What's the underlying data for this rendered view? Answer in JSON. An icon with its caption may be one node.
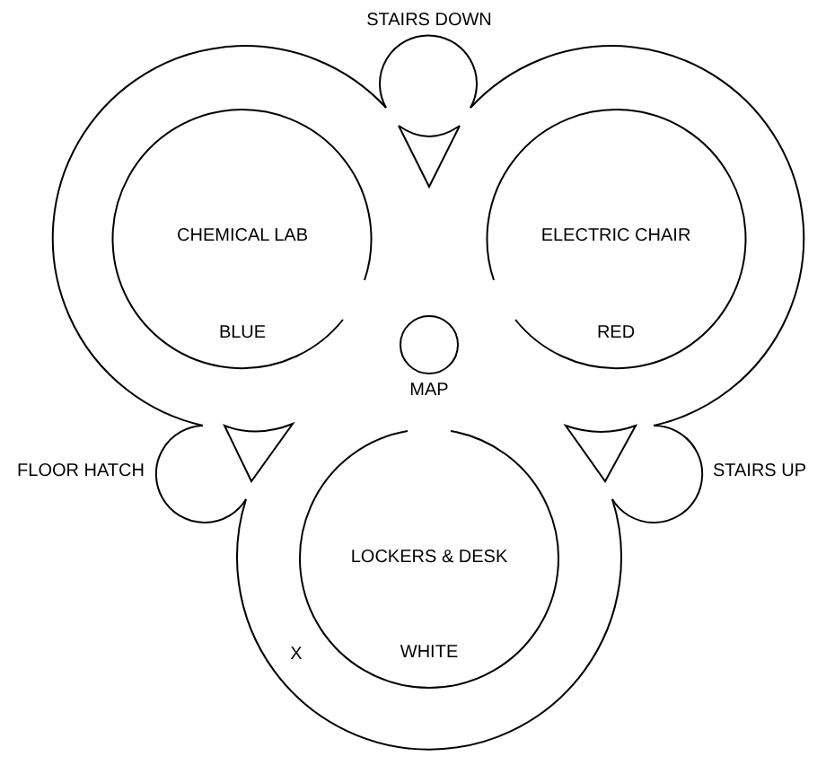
{
  "diagram": {
    "nodes": [
      {
        "text": [
          "STAIRS DOWN"
        ]
      },
      {
        "text": [
          "CHEMICAL LAB",
          "BLUE"
        ]
      },
      {
        "text": [
          "ELECTRIC CHAIR",
          "RED"
        ]
      },
      {
        "text": [
          "MAP"
        ]
      },
      {
        "text": [
          "FLOOR HATCH"
        ]
      },
      {
        "text": [
          "LOCKERS & DESK",
          "WHITE"
        ]
      },
      {
        "text": [
          "STAIRS UP"
        ]
      }
    ],
    "labels": [
      "X"
    ]
  }
}
